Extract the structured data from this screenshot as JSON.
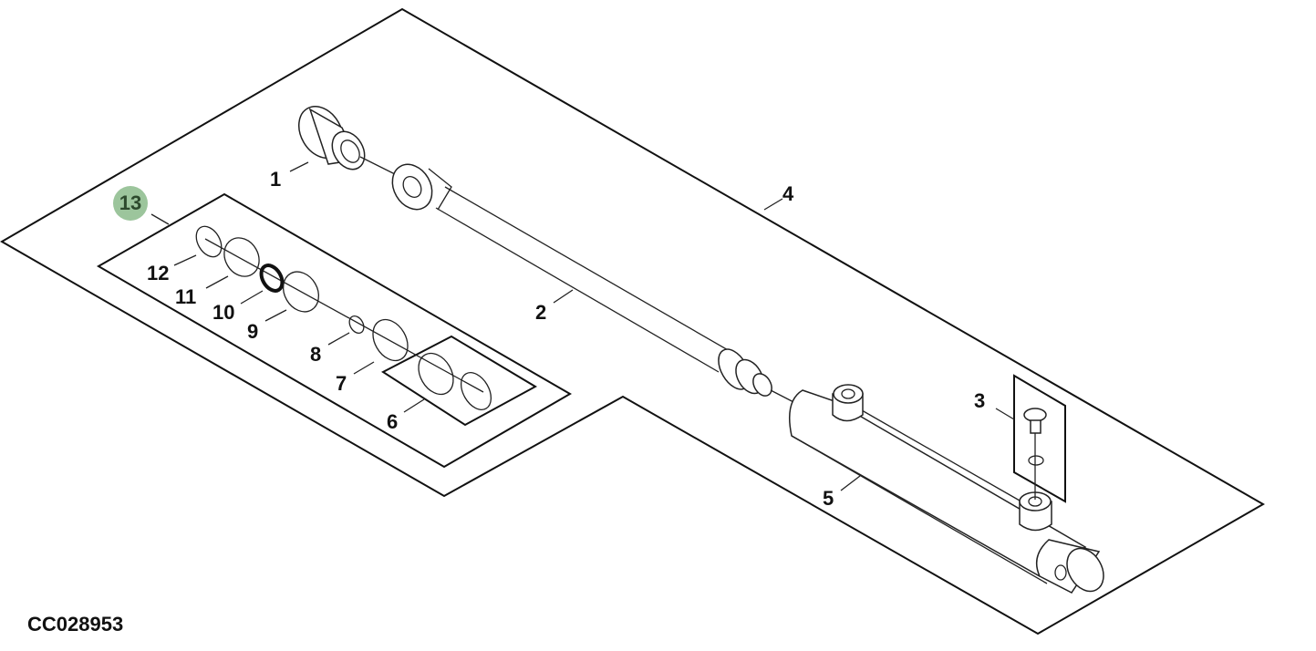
{
  "diagram": {
    "figure_code": "CC028953",
    "highlight_color": "#9cc59c",
    "callouts": [
      {
        "id": "1",
        "label": "1"
      },
      {
        "id": "2",
        "label": "2"
      },
      {
        "id": "3",
        "label": "3"
      },
      {
        "id": "4",
        "label": "4"
      },
      {
        "id": "5",
        "label": "5"
      },
      {
        "id": "6",
        "label": "6"
      },
      {
        "id": "7",
        "label": "7"
      },
      {
        "id": "8",
        "label": "8"
      },
      {
        "id": "9",
        "label": "9"
      },
      {
        "id": "10",
        "label": "10"
      },
      {
        "id": "11",
        "label": "11"
      },
      {
        "id": "12",
        "label": "12"
      },
      {
        "id": "13",
        "label": "13",
        "highlighted": true
      }
    ]
  }
}
